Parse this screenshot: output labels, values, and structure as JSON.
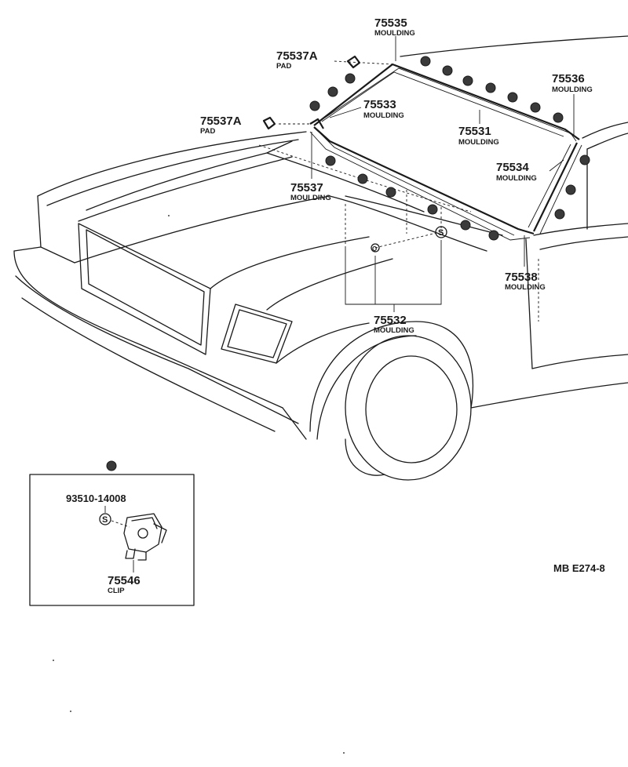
{
  "parts": {
    "p75535": {
      "number": "75535",
      "name": "MOULDING"
    },
    "p75537A_top": {
      "number": "75537A",
      "name": "PAD"
    },
    "p75537A_left": {
      "number": "75537A",
      "name": "PAD"
    },
    "p75533": {
      "number": "75533",
      "name": "MOULDING"
    },
    "p75536": {
      "number": "75536",
      "name": "MOULDING"
    },
    "p75531": {
      "number": "75531",
      "name": "MOULDING"
    },
    "p75534": {
      "number": "75534",
      "name": "MOULDING"
    },
    "p75537": {
      "number": "75537",
      "name": "MOULDING"
    },
    "p75538": {
      "number": "75538",
      "name": "MOULDING"
    },
    "p75532": {
      "number": "75532",
      "name": "MOULDING"
    },
    "p93510": {
      "number": "93510-14008"
    },
    "p75546": {
      "number": "75546",
      "name": "CLIP"
    }
  },
  "symbols": {
    "screw": "S",
    "clip": "Q"
  },
  "diagram_code": "MB E274-8"
}
